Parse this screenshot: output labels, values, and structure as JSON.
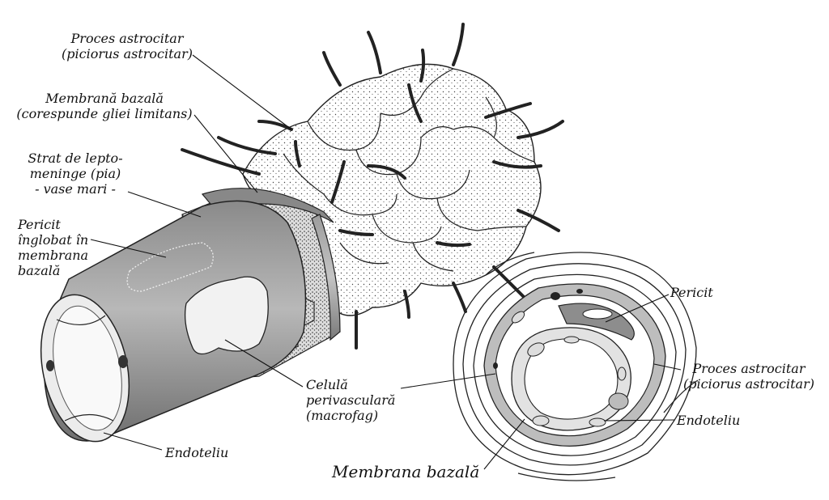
{
  "labels": {
    "astro_process_top": {
      "line1": "Proces astrocitar",
      "line2": "(piciorus astrocitar)"
    },
    "basal_membrane_top": {
      "line1": "Membrană bazală",
      "line2": "(corespunde gliei limitans)"
    },
    "leptomeninges": {
      "line1": "Strat de lepto-",
      "line2": "meninge (pia)",
      "line3": "- vase mari -"
    },
    "pericyte_embedded": {
      "line1": "Pericit",
      "line2": "înglobat în",
      "line3": "membrana",
      "line4": "bazală"
    },
    "perivascular_cell": {
      "line1": "Celulă",
      "line2": "perivasculară",
      "line3": "(macrofag)"
    },
    "endothelium_left": "Endoteliu",
    "pericyte_right": "Pericit",
    "astro_process_right": {
      "line1": "Proces astrocitar",
      "line2": "(piciorus astrocitar)"
    },
    "endothelium_right": "Endoteliu",
    "basal_membrane_bottom": "Membrana bazală"
  },
  "colors": {
    "ink": "#111111",
    "shade": "#9a9a9a",
    "light": "#cfcfcf",
    "dark": "#555555"
  }
}
